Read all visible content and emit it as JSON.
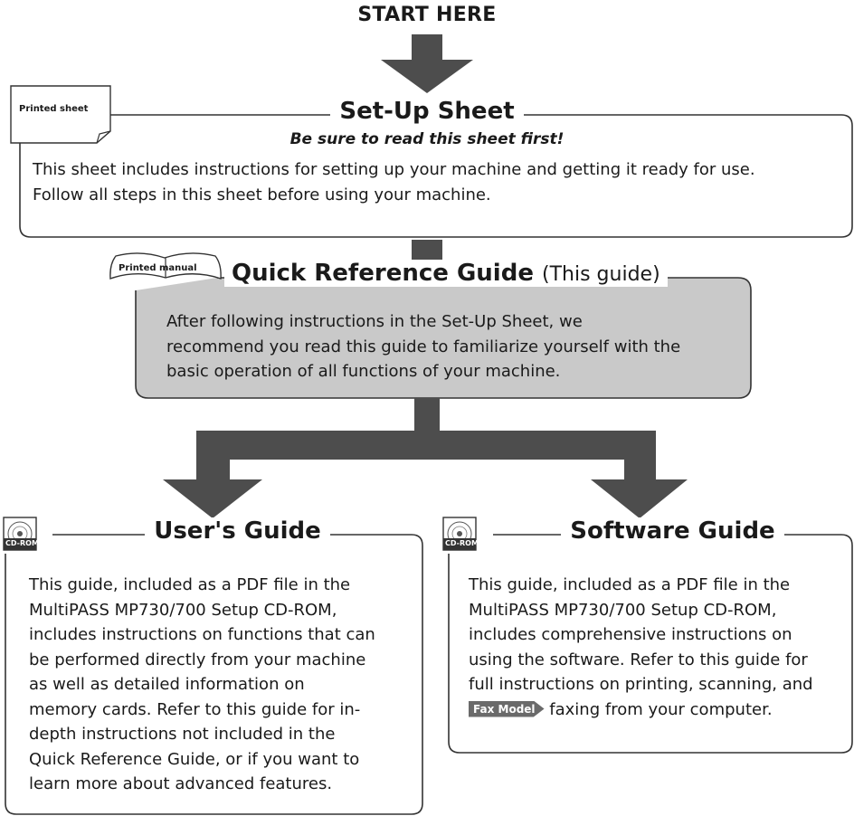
{
  "start": "START HERE",
  "setup": {
    "badge": "Printed sheet",
    "title": "Set-Up Sheet",
    "subtitle": "Be sure to read this sheet first!",
    "lines": [
      "This sheet includes instructions for setting up your machine and getting it ready for use.",
      "Follow all steps in this sheet before using your machine."
    ]
  },
  "qrg": {
    "badge": "Printed manual",
    "title": "Quick Reference Guide",
    "title_suffix": "(This guide)",
    "lines": [
      "After following instructions in the Set-Up Sheet, we",
      "recommend you read this guide to familiarize yourself with the",
      "basic operation of all functions of your machine."
    ]
  },
  "users_guide": {
    "badge": "CD-ROM",
    "title": "User's Guide",
    "lines": [
      "This guide, included as a PDF file in the",
      "MultiPASS MP730/700 Setup CD-ROM,",
      "includes instructions on functions that can",
      "be performed directly from your machine",
      "as well as detailed information on",
      "memory cards. Refer to this guide for in-",
      "depth instructions not included in the",
      "Quick Reference Guide, or if you want to",
      "learn more about advanced features."
    ]
  },
  "software_guide": {
    "badge": "CD-ROM",
    "title": "Software Guide",
    "lines": [
      "This guide, included as a PDF file in the",
      "MultiPASS MP730/700 Setup CD-ROM,",
      "includes comprehensive instructions on",
      "using the software. Refer to this guide for",
      "full instructions on printing, scanning, and"
    ],
    "fax_badge": "Fax Model",
    "last_line": "faxing from your computer."
  },
  "colors": {
    "arrow": "#4d4d4d",
    "qrg_fill": "#c9c9c9",
    "border": "#333333"
  }
}
